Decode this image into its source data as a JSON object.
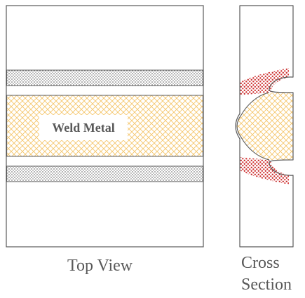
{
  "top_view": {
    "label": "Weld Metal",
    "caption": "Top View"
  },
  "cross_section": {
    "caption_line1": "Cross",
    "caption_line2": "Section"
  },
  "colors": {
    "outline": "#595959",
    "weld_pattern": "#f4c56a",
    "haz_gray": "#8c8c8c",
    "haz_red": "#d32f2f",
    "background": "#ffffff"
  }
}
